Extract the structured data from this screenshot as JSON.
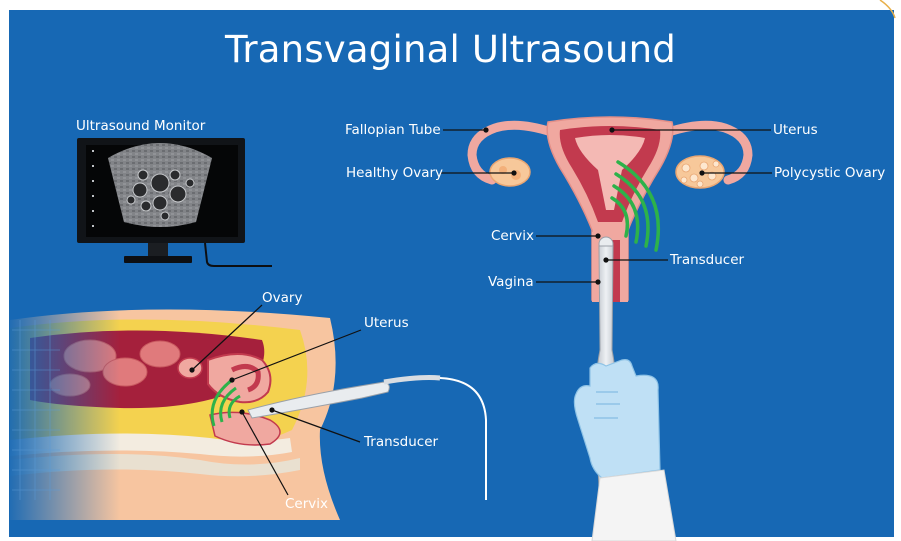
{
  "title": "Transvaginal Ultrasound",
  "monitor": {
    "label": "Ultrasound Monitor"
  },
  "front_view_labels": {
    "fallopian_tube": "Fallopian Tube",
    "uterus": "Uterus",
    "healthy_ovary": "Healthy Ovary",
    "polycystic_ovary": "Polycystic Ovary",
    "cervix": "Cervix",
    "transducer": "Transducer",
    "vagina": "Vagina"
  },
  "side_view_labels": {
    "ovary": "Ovary",
    "uterus": "Uterus",
    "transducer": "Transducer",
    "cervix": "Cervix"
  },
  "colors": {
    "background": "#1768b4",
    "tissue_pink": "#f0a8a0",
    "uterus_dark": "#c23a4e",
    "ovary": "#f7c89a",
    "signal_green": "#2db24a",
    "probe": "#d9dde2",
    "glove": "#bfe0f5"
  }
}
